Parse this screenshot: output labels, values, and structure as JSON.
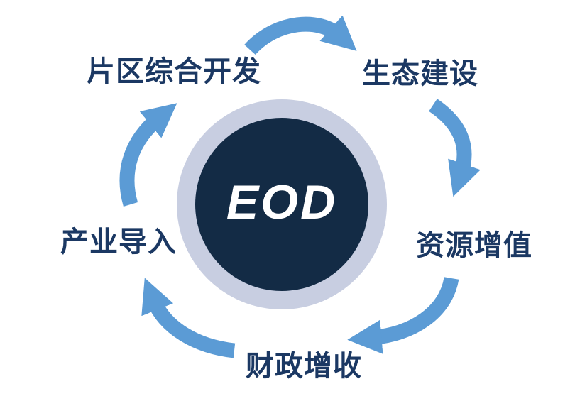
{
  "diagram": {
    "center_label": "EOD",
    "nodes": [
      {
        "id": "district-development",
        "label": "片区综合开发"
      },
      {
        "id": "ecological-construction",
        "label": "生态建设"
      },
      {
        "id": "resource-appreciation",
        "label": "资源增值"
      },
      {
        "id": "fiscal-revenue-growth",
        "label": "财政增收"
      },
      {
        "id": "industry-introduction",
        "label": "产业导入"
      }
    ],
    "colors": {
      "arrow": "#5b9bd5",
      "center_circle": "#132b45",
      "center_ring": "#c8cee1",
      "label_text": "#1b3863",
      "center_text": "#ffffff",
      "background": "#ffffff"
    }
  }
}
